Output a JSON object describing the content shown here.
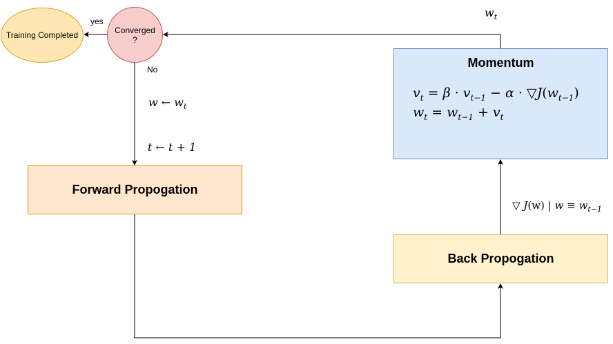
{
  "nodes": {
    "training_completed": "Training Completed",
    "converged_line1": "Converged",
    "converged_line2": "?",
    "forward": "Forward Propogation",
    "back": "Back Propogation",
    "momentum_title": "Momentum"
  },
  "edge_labels": {
    "yes": "yes",
    "no": "No"
  },
  "math": {
    "wt_var": "w",
    "wt_sub": "t",
    "assign_w_lhs": "w",
    "assign_arrow": "←",
    "assign_w_rhs": "w",
    "assign_w_sub": "t",
    "assign_t_lhs": "t",
    "assign_t_rhs": "t + 1",
    "grad_nabla": "▽",
    "grad_J": "J",
    "grad_arg": "(w)",
    "grad_bar": "|",
    "grad_w": "w",
    "grad_equiv": "≡",
    "grad_rhs": "w",
    "grad_rhs_sub": "t−1",
    "eq1_v": "v",
    "eq1_v_sub": "t",
    "eq1_eq": "=",
    "eq1_beta": "β",
    "eq1_dot1": "·",
    "eq1_v2": "v",
    "eq1_v2_sub": "t−1",
    "eq1_minus": "−",
    "eq1_alpha": "α",
    "eq1_dot2": "·",
    "eq1_nabla": "▽",
    "eq1_J": "J",
    "eq1_open": "(",
    "eq1_w": "w",
    "eq1_w_sub": "t−1",
    "eq1_close": ")",
    "eq2_w": "w",
    "eq2_w_sub": "t",
    "eq2_eq": "=",
    "eq2_w2": "w",
    "eq2_w2_sub": "t−1",
    "eq2_plus": "+",
    "eq2_v": "v",
    "eq2_v_sub": "t"
  },
  "colors": {
    "done_fill": "#ffe6b3",
    "converged_fill": "#f8cecc",
    "forward_fill": "#ffe6cc",
    "back_fill": "#fff2cc",
    "momentum_fill": "#dae8fc"
  }
}
